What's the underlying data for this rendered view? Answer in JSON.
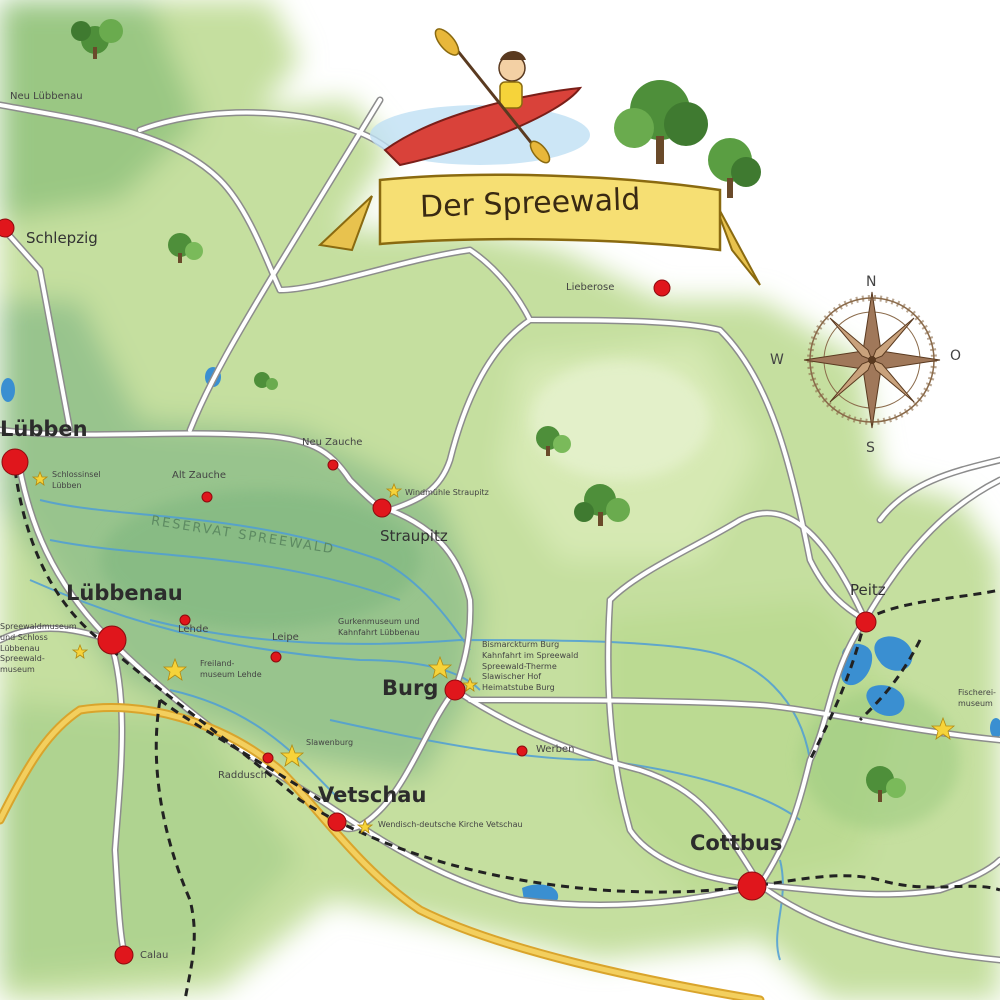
{
  "map": {
    "title": "Der Spreewald",
    "reserve_label": "RESERVAT SPREEWALD",
    "compass": {
      "north": "N",
      "south": "S",
      "west": "W",
      "east": "O"
    },
    "towns": {
      "luebben": "Lübben",
      "luebbenau": "Lübbenau",
      "burg": "Burg",
      "vetschau": "Vetschau",
      "cottbus": "Cottbus",
      "peitz": "Peitz",
      "straupitz": "Straupitz",
      "schlepzig": "Schlepzig",
      "lieberose": "Lieberose",
      "neu_luebbenau": "Neu Lübbenau",
      "neu_zauche": "Neu Zauche",
      "alt_zauche": "Alt Zauche",
      "lehde": "Lehde",
      "leipe": "Leipe",
      "raddusch": "Raddusch",
      "werben": "Werben",
      "calau": "Calau"
    },
    "pois": {
      "luebben_poi": [
        "Schlossinsel",
        "Lübben"
      ],
      "straupitz_poi": "Windmühle Straupitz",
      "lehde_poi": [
        "Freiland-",
        "museum Lehde"
      ],
      "leipe_poi": [
        "Gurkenmuseum und",
        "Kahnfahrt Lübbenau"
      ],
      "burg_poi": [
        "Bismarckturm Burg",
        "Kahnfahrt im Spreewald",
        "Spreewald-Therme",
        "Slawischer Hof",
        "Heimatstube Burg"
      ],
      "raddusch_poi": "Slawenburg",
      "vetschau_poi": "Wendisch-deutsche Kirche Vetschau",
      "luebbenau_poi": [
        "Spreewaldmuseum",
        "und Schloss",
        "Lübbenau",
        "Spreewald-",
        "museum"
      ],
      "peitz_poi": [
        "Fischerei-",
        "museum"
      ]
    }
  }
}
